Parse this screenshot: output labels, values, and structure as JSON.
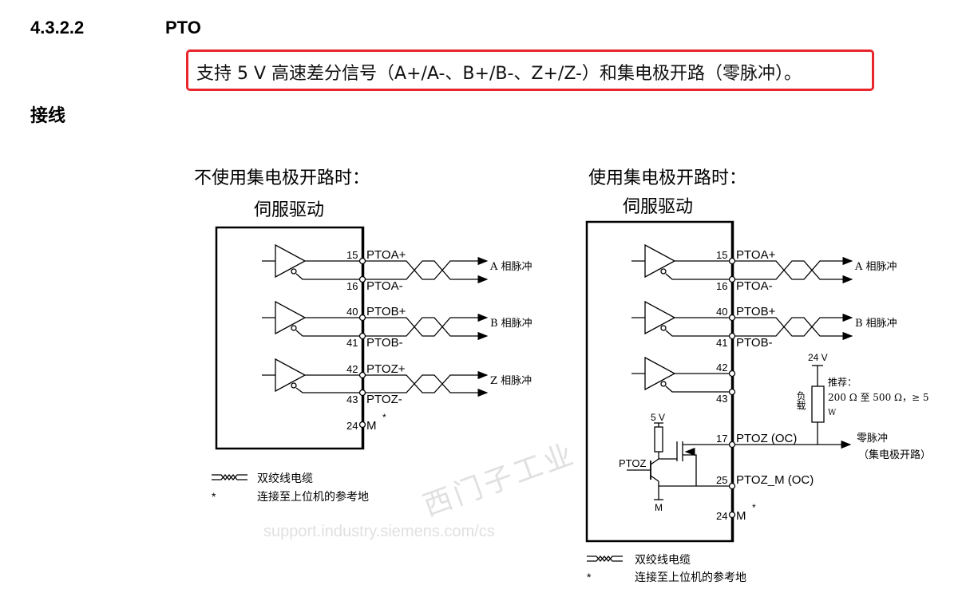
{
  "section": {
    "number": "4.3.2.2",
    "title": "PTO"
  },
  "note": "支持 5 V 高速差分信号（A+/A-、B+/B-、Z+/Z-）和集电极开路（零脉冲）。",
  "subheading": "接线",
  "left": {
    "title": "不使用集电极开路时：",
    "device": "伺服驱动",
    "pins": [
      {
        "n": "15",
        "l": "PTOA+"
      },
      {
        "n": "16",
        "l": "PTOA-"
      },
      {
        "n": "40",
        "l": "PTOB+"
      },
      {
        "n": "41",
        "l": "PTOB-"
      },
      {
        "n": "42",
        "l": "PTOZ+"
      },
      {
        "n": "43",
        "l": "PTOZ-"
      },
      {
        "n": "24",
        "l": "M"
      }
    ],
    "outputs": [
      "A 相脉冲",
      "B 相脉冲",
      "Z 相脉冲"
    ],
    "star": "*"
  },
  "right": {
    "title": "使用集电极开路时：",
    "device": "伺服驱动",
    "pins": [
      {
        "n": "15",
        "l": "PTOA+"
      },
      {
        "n": "16",
        "l": "PTOA-"
      },
      {
        "n": "40",
        "l": "PTOB+"
      },
      {
        "n": "41",
        "l": "PTOB-"
      },
      {
        "n": "42",
        "l": ""
      },
      {
        "n": "43",
        "l": ""
      },
      {
        "n": "17",
        "l": "PTOZ (OC)"
      },
      {
        "n": "25",
        "l": "PTOZ_M (OC)"
      },
      {
        "n": "24",
        "l": "M"
      }
    ],
    "outputs": [
      "A 相脉冲",
      "B 相脉冲"
    ],
    "supply_24v": "24 V",
    "load": "负载",
    "recommend": "推荐：",
    "resistor_spec": "200 Ω 至 500 Ω，≥ 5",
    "resistor_spec2": "W",
    "zero_pulse": "零脉冲",
    "zero_pulse_note": "（集电极开路）",
    "supply_5v": "5 V",
    "ptoz": "PTOZ",
    "ground": "M",
    "star": "*"
  },
  "legend": {
    "twisted_pair": "双绞线电缆",
    "star": "*",
    "reference": "连接至上位机的参考地"
  },
  "watermark": {
    "cn": "西门子工业",
    "url": "support.industry.siemens.com/cs"
  }
}
